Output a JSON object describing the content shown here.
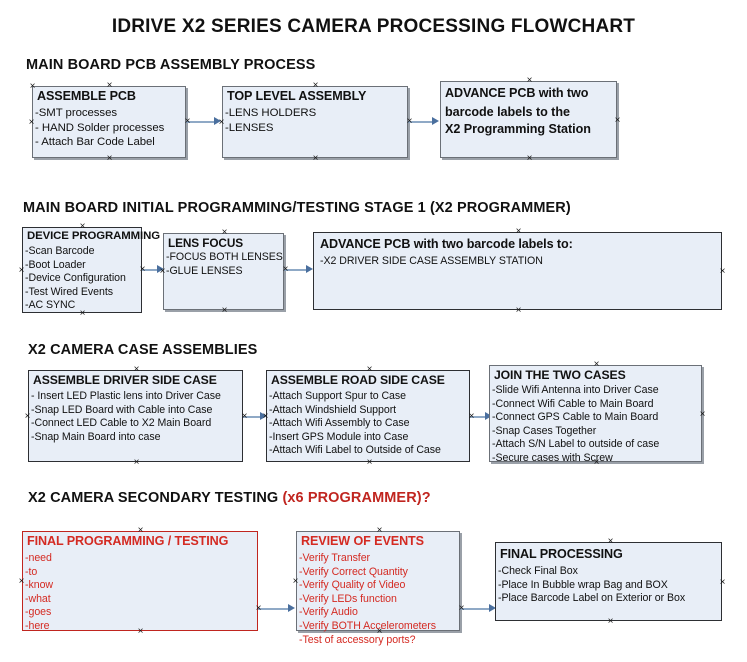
{
  "title": "IDRIVE X2  SERIES CAMERA PROCESSING FLOWCHART",
  "sections": [
    {
      "heading": "MAIN BOARD PCB ASSEMBLY PROCESS",
      "heading_accent": "",
      "boxes": [
        {
          "title": "ASSEMBLE PCB",
          "lines": [
            "-SMT processes",
            "- HAND Solder processes",
            "- Attach Bar Code Label"
          ]
        },
        {
          "title": "TOP LEVEL ASSEMBLY",
          "lines": [
            "-LENS HOLDERS",
            "-LENSES"
          ]
        },
        {
          "title": "ADVANCE PCB with two",
          "lines": [
            "barcode labels to the",
            " X2 Programming Station"
          ]
        }
      ]
    },
    {
      "heading": "MAIN BOARD INITIAL PROGRAMMING/TESTING STAGE 1 (X2 PROGRAMMER)",
      "heading_accent": "",
      "boxes": [
        {
          "title": "DEVICE PROGRAMMING",
          "lines": [
            "-Scan Barcode",
            "-Boot Loader",
            "-Device Configuration",
            "-Test Wired Events",
            "-AC SYNC"
          ]
        },
        {
          "title": "LENS FOCUS",
          "lines": [
            "-FOCUS BOTH LENSES",
            "-GLUE LENSES"
          ]
        },
        {
          "title": "ADVANCE PCB with two barcode labels to:",
          "lines": [
            "-X2 DRIVER  SIDE  CASE  ASSEMBLY STATION"
          ]
        }
      ]
    },
    {
      "heading": "X2 CAMERA CASE ASSEMBLIES",
      "heading_accent": "",
      "boxes": [
        {
          "title": "ASSEMBLE DRIVER SIDE CASE",
          "lines": [
            "- Insert LED Plastic lens into Driver Case",
            "-Snap LED Board with Cable into Case",
            "-Connect LED Cable to X2 Main Board",
            "-Snap Main Board into case"
          ]
        },
        {
          "title": "ASSEMBLE ROAD SIDE CASE",
          "lines": [
            "-Attach Support Spur to Case",
            "-Attach Windshield Support",
            "-Attach Wifi Assembly to Case",
            "-Insert GPS Module into Case",
            "-Attach Wifi Label to Outside of Case"
          ]
        },
        {
          "title": "JOIN THE TWO CASES",
          "lines": [
            "-Slide Wifi Antenna into Driver Case",
            "-Connect Wifi Cable to Main Board",
            "-Connect GPS Cable to Main Board",
            "-Snap Cases Together",
            "-Attach S/N Label to outside of case",
            "-Secure cases with Screw"
          ]
        }
      ]
    },
    {
      "heading": "X2 CAMERA SECONDARY TESTING ",
      "heading_accent": "(x6 PROGRAMMER)?",
      "boxes": [
        {
          "title": "FINAL PROGRAMMING / TESTING",
          "lines": [
            "-need",
            "-to",
            "-know",
            "-what",
            "-goes",
            "-here"
          ]
        },
        {
          "title": "REVIEW OF EVENTS",
          "lines": [
            "-Verify Transfer",
            "-Verify Correct Quantity",
            "-Verify Quality of Video",
            "-Verify LEDs function",
            "-Verify Audio",
            "-Verify BOTH Accelerometers",
            "-Test of accessory ports?"
          ]
        },
        {
          "title": "FINAL PROCESSING",
          "lines": [
            " -Check Final Box",
            "-Place In Bubble wrap Bag and BOX",
            "-Place Barcode Label on Exterior or Box"
          ]
        }
      ]
    }
  ],
  "colors": {
    "box_fill": "#e8eef7",
    "box_border": "#5a5f66",
    "accent_red": "#c0251f",
    "connector": "#8fa9c6",
    "text": "#111111"
  }
}
